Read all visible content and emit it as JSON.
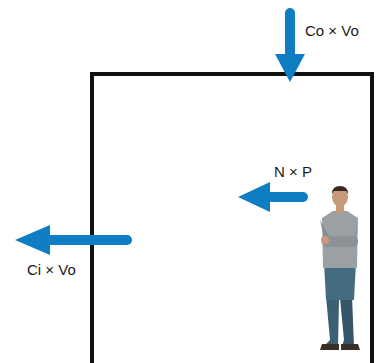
{
  "diagram": {
    "labels": [
      "Co × Vo",
      "N × P",
      "Ci × Vo"
    ]
  }
}
